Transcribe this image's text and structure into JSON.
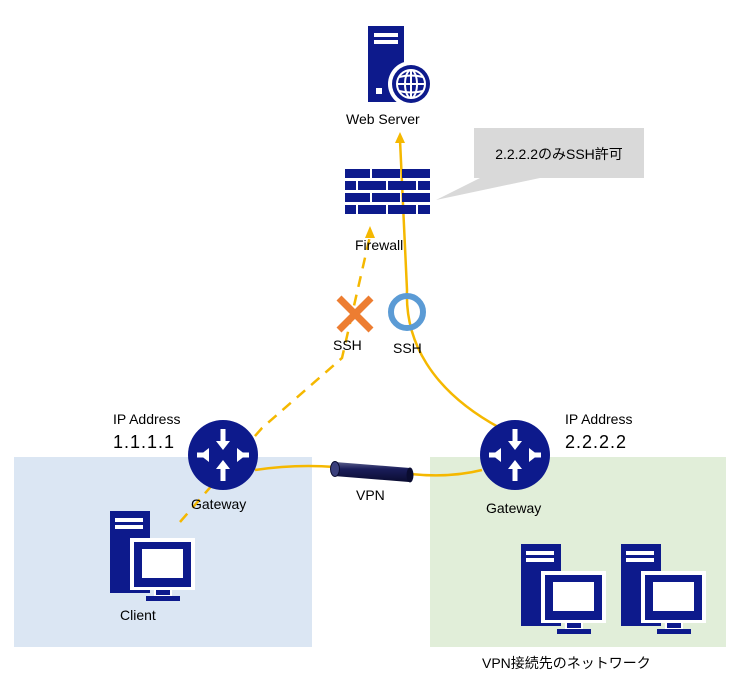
{
  "web_server": {
    "label": "Web Server"
  },
  "firewall": {
    "label": "Firewall"
  },
  "callout": {
    "text": "2.2.2.2のみSSH許可"
  },
  "ssh_blocked": {
    "label": "SSH",
    "status": "denied",
    "mark": "cross-icon",
    "color": "#ed7d31"
  },
  "ssh_allowed": {
    "label": "SSH",
    "status": "allowed",
    "mark": "circle-icon",
    "color": "#5b9bd5"
  },
  "client_gateway": {
    "ip_title": "IP Address",
    "ip": "1.1.1.1",
    "label": "Gateway"
  },
  "remote_gateway": {
    "ip_title": "IP Address",
    "ip": "2.2.2.2",
    "label": "Gateway"
  },
  "vpn": {
    "label": "VPN"
  },
  "client": {
    "label": "Client"
  },
  "vpn_network": {
    "label": "VPN接続先のネットワーク"
  },
  "colors": {
    "icon": "#0d1a8c",
    "line": "#f5b800",
    "client_zone": "#dbe6f3",
    "vpn_zone": "#e1eed9",
    "callout": "#d9d9d9"
  }
}
